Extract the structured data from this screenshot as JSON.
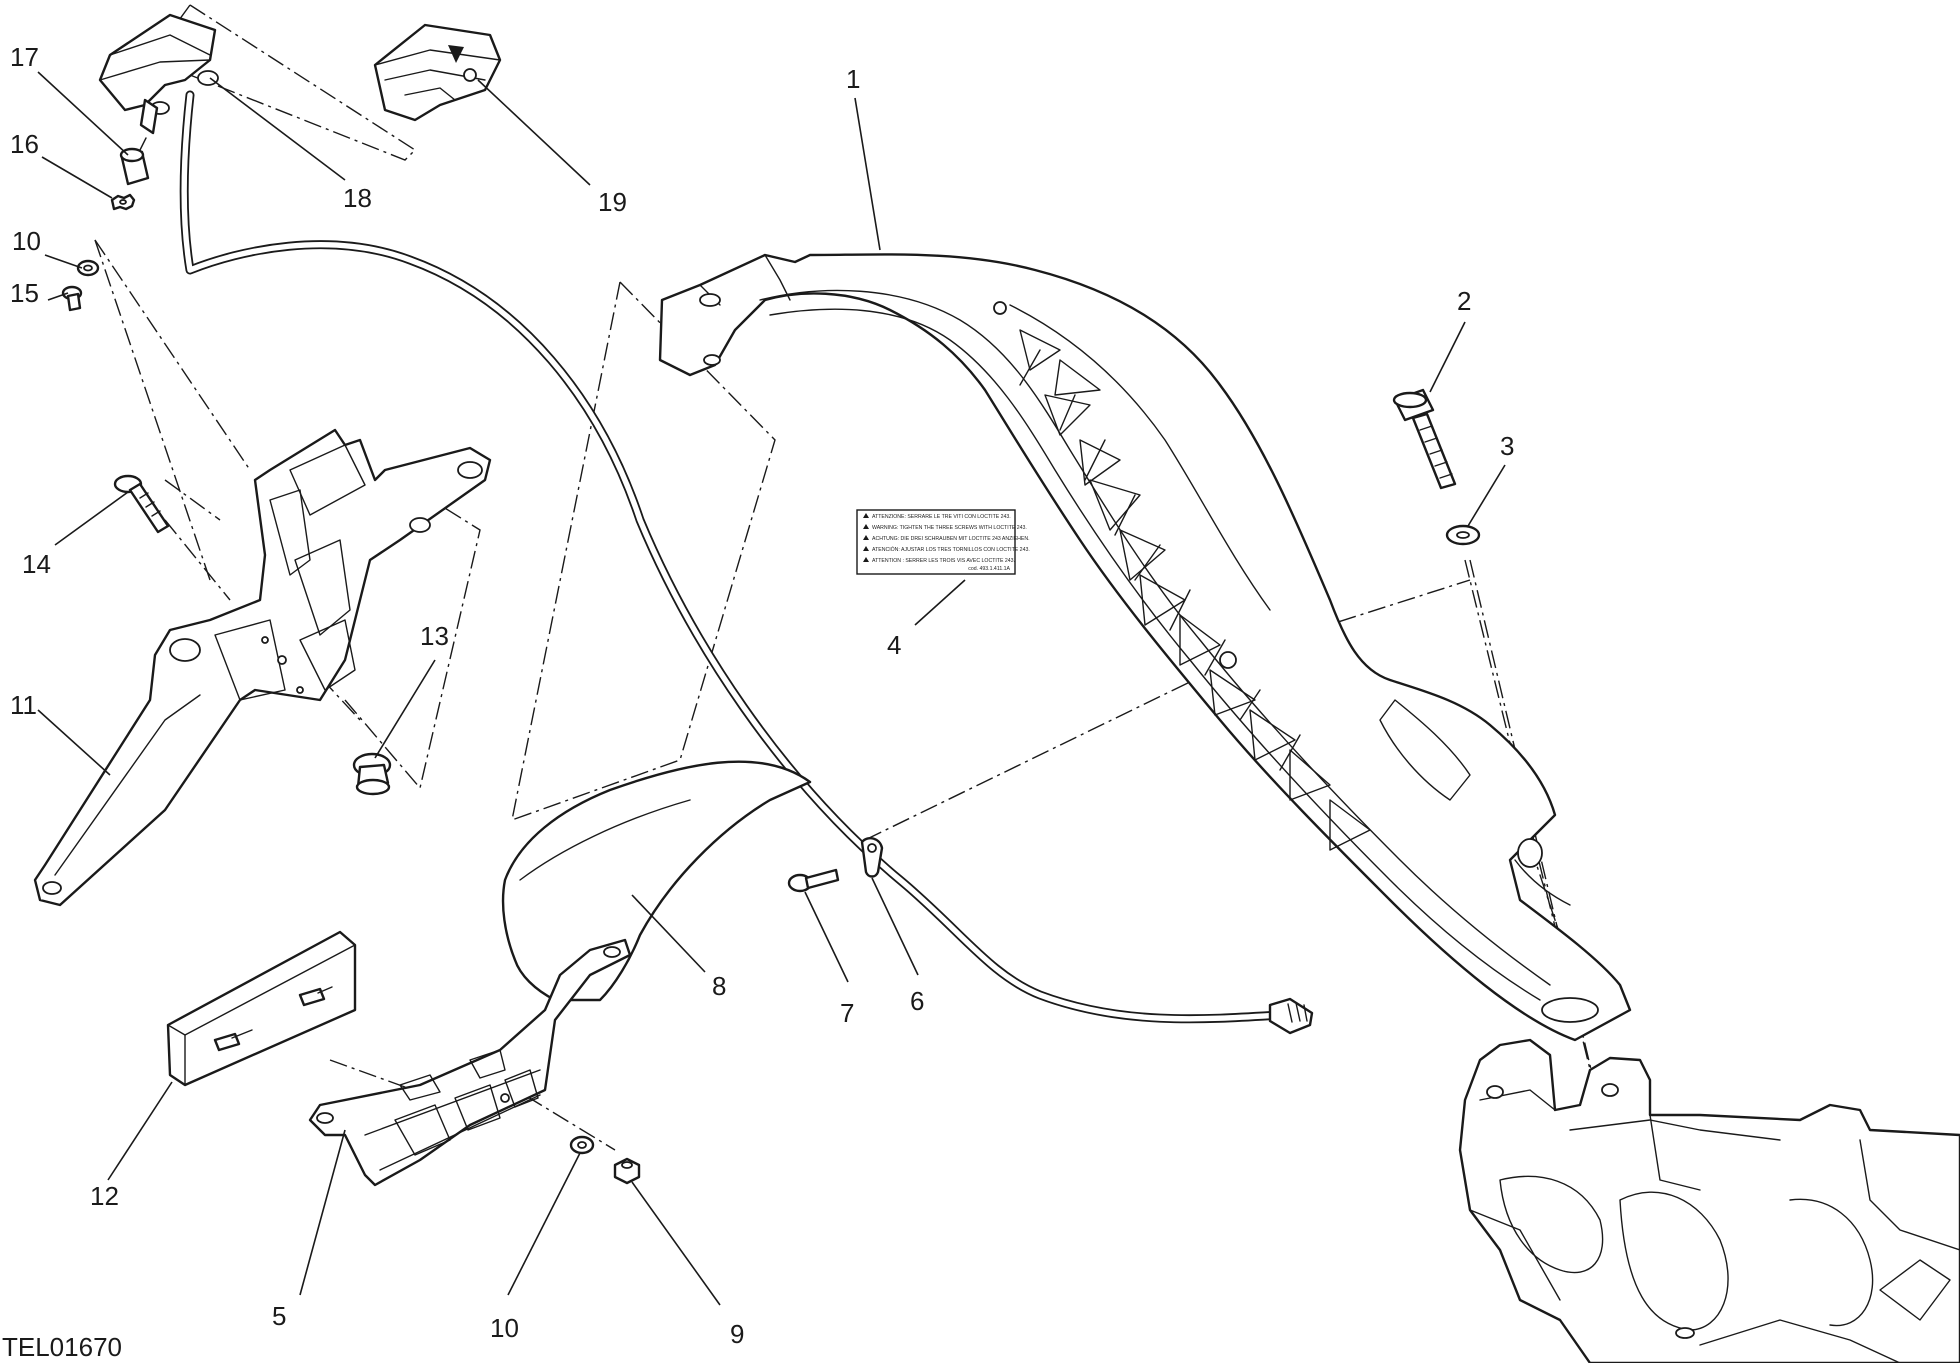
{
  "drawing": {
    "code": "TEL01670"
  },
  "callouts": [
    {
      "id": "1",
      "text": "1"
    },
    {
      "id": "2",
      "text": "2"
    },
    {
      "id": "3",
      "text": "3"
    },
    {
      "id": "4",
      "text": "4"
    },
    {
      "id": "5",
      "text": "5"
    },
    {
      "id": "6",
      "text": "6"
    },
    {
      "id": "7",
      "text": "7"
    },
    {
      "id": "8",
      "text": "8"
    },
    {
      "id": "9",
      "text": "9"
    },
    {
      "id": "10a",
      "text": "10"
    },
    {
      "id": "10b",
      "text": "10"
    },
    {
      "id": "11",
      "text": "11"
    },
    {
      "id": "12",
      "text": "12"
    },
    {
      "id": "13",
      "text": "13"
    },
    {
      "id": "14",
      "text": "14"
    },
    {
      "id": "15",
      "text": "15"
    },
    {
      "id": "16",
      "text": "16"
    },
    {
      "id": "17",
      "text": "17"
    },
    {
      "id": "18",
      "text": "18"
    },
    {
      "id": "19",
      "text": "19"
    }
  ],
  "warning_label": {
    "lines": [
      "ATTENZIONE: SERRARE LE TRE VITI CON LOCTITE 243.",
      "WARNING: TIGHTEN THE THREE SCREWS WITH LOCTITE 243.",
      "ACHTUNG: DIE DREI SCHRAUBEN MIT LOCTITE 243 ANZIEHEN.",
      "ATENCIÓN: AJUSTAR LOS TRES TORNILLOS CON LOCTITE 243.",
      "ATTENTION : SERRER LES TROIS VIS AVEC LOCTITE 243."
    ],
    "code": "cod. 493.1.411.1A"
  }
}
